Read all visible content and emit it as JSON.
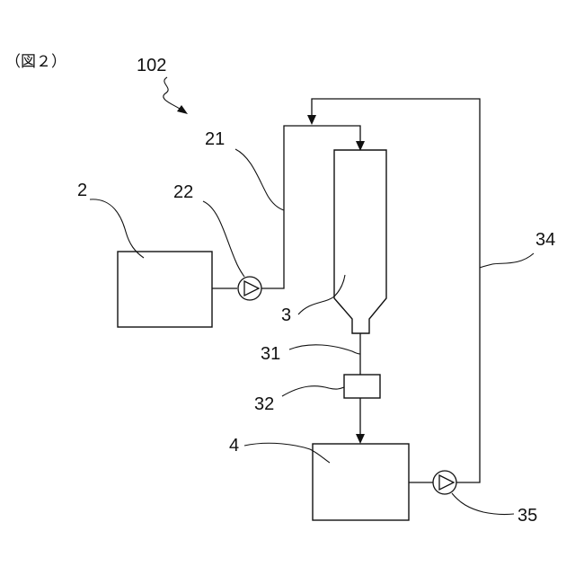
{
  "figure": {
    "caption": "（図２）",
    "system_ref": "102"
  },
  "components": {
    "tank_2": "2",
    "vessel_3": "3",
    "tank_4": "4",
    "line_21": "21",
    "pump_22": "22",
    "line_31": "31",
    "device_32": "32",
    "line_34": "34",
    "pump_35": "35"
  },
  "colors": {
    "line": "#111111",
    "background": "#ffffff"
  }
}
